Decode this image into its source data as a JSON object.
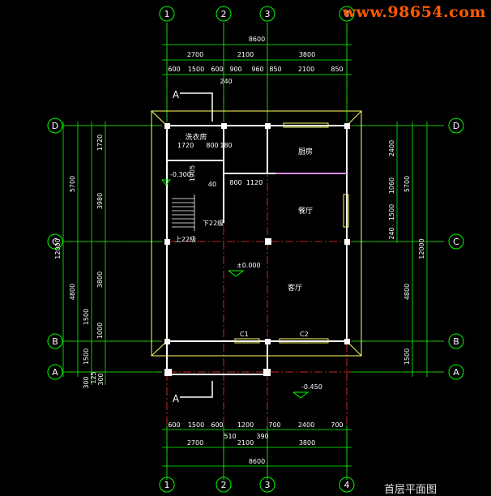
{
  "watermark": "www.98654.com",
  "caption": "首层平面图",
  "axes": {
    "columns": [
      "1",
      "2",
      "3",
      "4"
    ],
    "rows": [
      "D",
      "C",
      "B",
      "A"
    ]
  },
  "top_dims": {
    "overall": "8600",
    "row2": [
      "2700",
      "2100",
      "3800"
    ],
    "row3": [
      "600",
      "1500",
      "600",
      "900",
      "960",
      "850",
      "2100",
      "850"
    ],
    "extra": "240"
  },
  "bottom_dims": {
    "row1": [
      "600",
      "1500",
      "600",
      "1200",
      "700",
      "2400",
      "700"
    ],
    "extra": [
      "510",
      "390"
    ],
    "row2": [
      "2700",
      "2100",
      "3800"
    ],
    "overall": "8600"
  },
  "left_dims": {
    "overall": "12000",
    "mid": [
      "5700",
      "4800",
      "1500"
    ],
    "inner": [
      "1720",
      "3980",
      "3800",
      "1000",
      "1500"
    ],
    "small": [
      "300",
      "125",
      "300"
    ]
  },
  "right_dims": {
    "overall": "12000",
    "mid": [
      "5700",
      "4800",
      "1500"
    ],
    "inner": [
      "2400",
      "1060",
      "1500",
      "240"
    ]
  },
  "rooms": {
    "laundry": "洗衣房",
    "kitchen": "厨房",
    "dining": "餐厅",
    "living": "客厅"
  },
  "interior_dims": [
    "1720",
    "800",
    "180",
    "800",
    "1120",
    "1905",
    "40"
  ],
  "levels": {
    "stair_low": "-0.300",
    "ground": "±0.000",
    "outside": "-0.450"
  },
  "stair_labels": {
    "down": "下22级",
    "up": "上22级"
  },
  "section_mark": "A",
  "windows": [
    "C1",
    "C2"
  ],
  "colors": {
    "axis": "#00ff00",
    "dim": "#00ff00",
    "wall": "#ffffff",
    "outline": "#ffff66",
    "axisline": "#ff3030",
    "purple": "#cc44ff",
    "watermark": "#ff5a00"
  }
}
